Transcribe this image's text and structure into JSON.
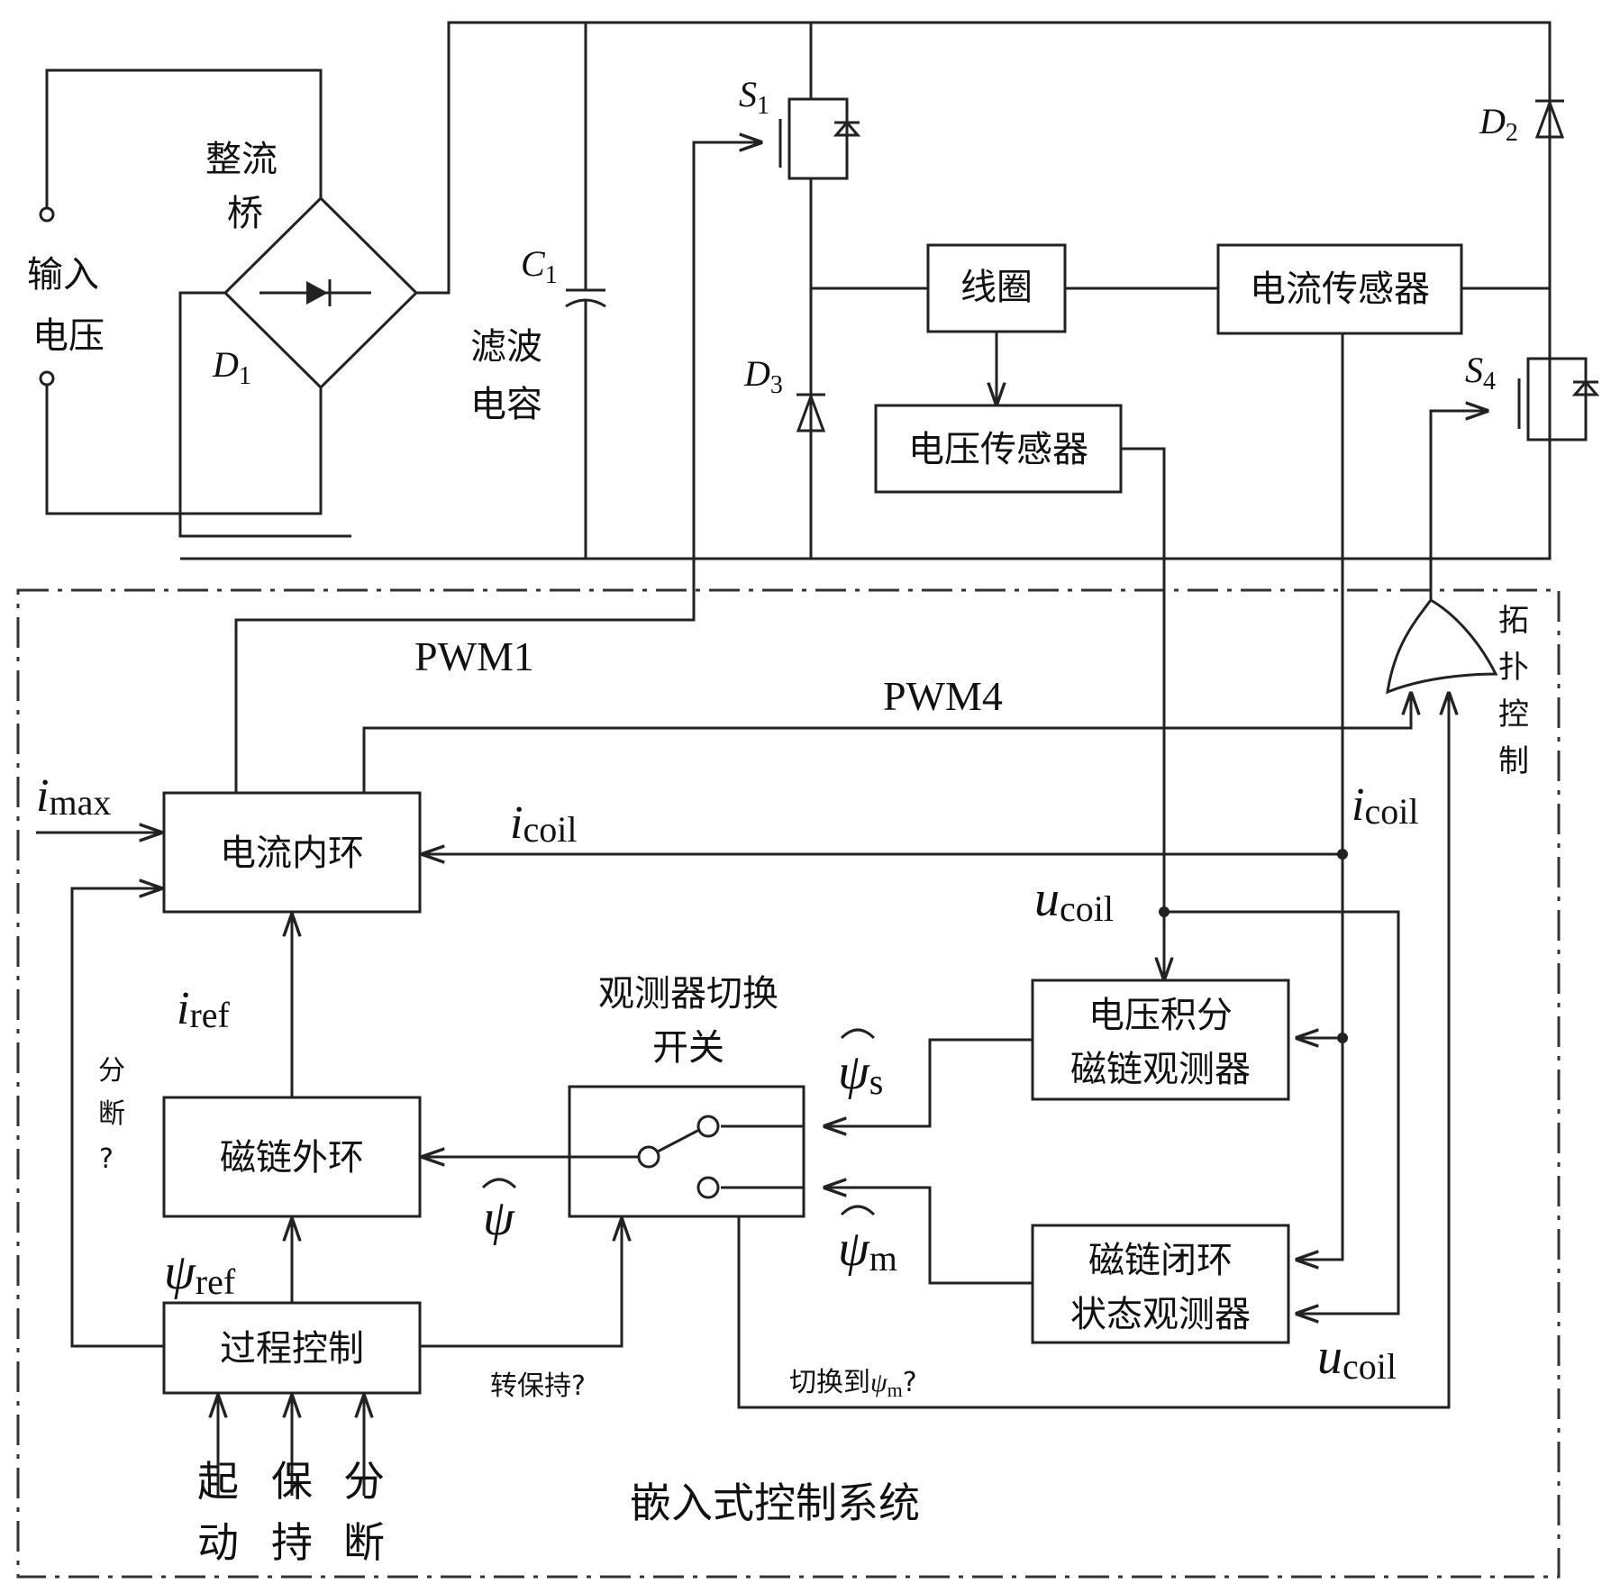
{
  "power_stage": {
    "input_label": [
      "输入",
      "电压"
    ],
    "rectifier_label": [
      "整流",
      "桥"
    ],
    "rectifier_ref": "D",
    "rectifier_sub": "1",
    "capacitor_ref": "C",
    "capacitor_sub": "1",
    "capacitor_label": [
      "滤波",
      "电容"
    ],
    "s1_ref": "S",
    "s1_sub": "1",
    "s4_ref": "S",
    "s4_sub": "4",
    "d2_ref": "D",
    "d2_sub": "2",
    "d3_ref": "D",
    "d3_sub": "3",
    "coil_label": "线圈",
    "current_sensor_label": "电流传感器",
    "voltage_sensor_label": "电压传感器"
  },
  "control": {
    "system_label": "嵌入式控制系统",
    "topology_label": [
      "拓",
      "扑",
      "控",
      "制"
    ],
    "pwm1_label": "PWM1",
    "pwm4_label": "PWM4",
    "current_loop_label": "电流内环",
    "flux_loop_label": "磁链外环",
    "process_control_label": "过程控制",
    "switch_title": [
      "观测器切换",
      "开关"
    ],
    "voltage_observer_label": [
      "电压积分",
      "磁链观测器"
    ],
    "closed_loop_observer_label": [
      "磁链闭环",
      "状态观测器"
    ],
    "imax_main": "i",
    "imax_sub": "max",
    "icoil_main": "i",
    "icoil_sub": "coil",
    "iref_main": "i",
    "iref_sub": "ref",
    "ucoil_main": "u",
    "ucoil_sub": "coil",
    "psi_symbol": "ψ",
    "psi_s_sub": "s",
    "psi_m_sub": "m",
    "psiref_sub": "ref",
    "break_question": [
      "分",
      "断",
      "?"
    ],
    "hold_question": "转保持?",
    "switch_question_prefix": "切换到",
    "switch_question_psi": "ψ",
    "switch_question_sub": "m",
    "switch_question_suffix": "?",
    "inputs": [
      {
        "top": "起",
        "bottom": "动"
      },
      {
        "top": "保",
        "bottom": "持"
      },
      {
        "top": "分",
        "bottom": "断"
      }
    ]
  }
}
